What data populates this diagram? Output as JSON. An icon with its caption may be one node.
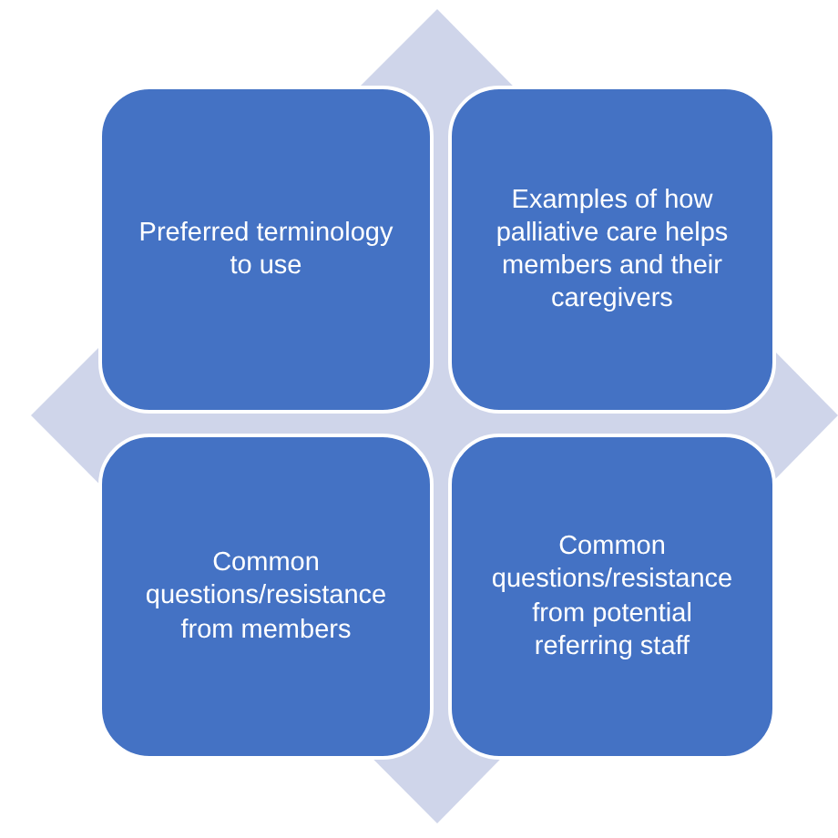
{
  "diagram": {
    "nodes": [
      {
        "text": [
          "Preferred terminology to use"
        ]
      },
      {
        "text": [
          "Examples of how palliative care helps members and their caregivers"
        ]
      },
      {
        "text": [
          "Common questions/resistance from members"
        ]
      },
      {
        "text": [
          "Common questions/resistance from potential referring staff"
        ]
      }
    ]
  }
}
